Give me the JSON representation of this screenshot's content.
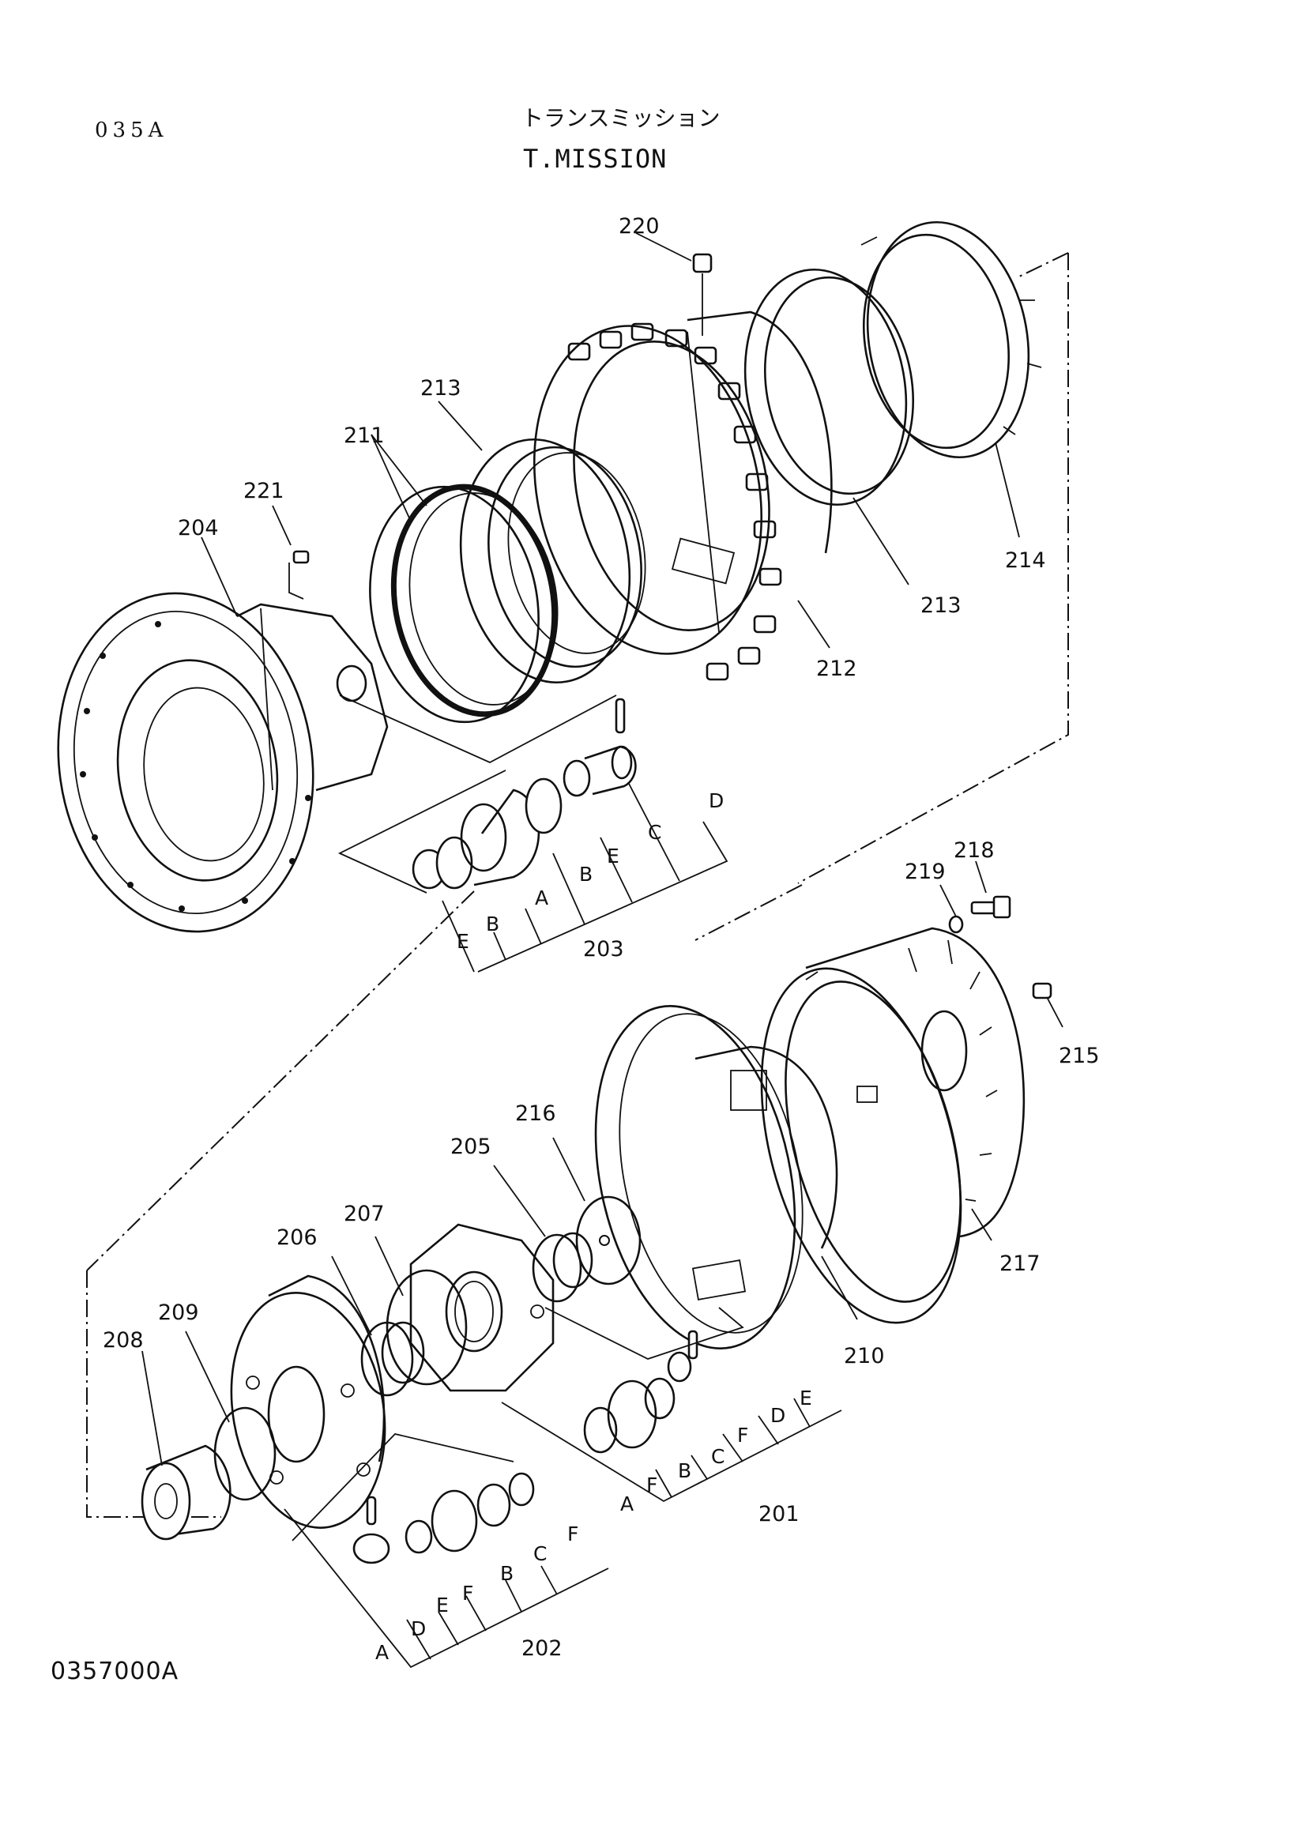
{
  "header": {
    "page_code": "035A",
    "title_jp": "トランスミッション",
    "title_en": "T.MISSION"
  },
  "footer": {
    "drawing_code": "0357000A"
  },
  "callouts": {
    "p220": "220",
    "p213a": "213",
    "p211": "211",
    "p221": "221",
    "p204": "204",
    "p214": "214",
    "p213b": "213",
    "p212": "212",
    "p203": "203",
    "p218": "218",
    "p219": "219",
    "p215": "215",
    "p217": "217",
    "p210": "210",
    "p216": "216",
    "p205": "205",
    "p207": "207",
    "p206": "206",
    "p209": "209",
    "p208": "208",
    "p201": "201",
    "p202": "202"
  },
  "sub_letters": {
    "u_d": "D",
    "u_c": "C",
    "u_e1": "E",
    "u_b1": "B",
    "u_a": "A",
    "u_b2": "B",
    "u_e2": "E",
    "r_e": "E",
    "r_d": "D",
    "r_f1": "F",
    "r_c": "C",
    "r_b": "B",
    "r_f2": "F",
    "r_a": "A",
    "l_f1": "F",
    "l_c": "C",
    "l_b": "B",
    "l_f2": "F",
    "l_e": "E",
    "l_d": "D",
    "l_a": "A"
  }
}
